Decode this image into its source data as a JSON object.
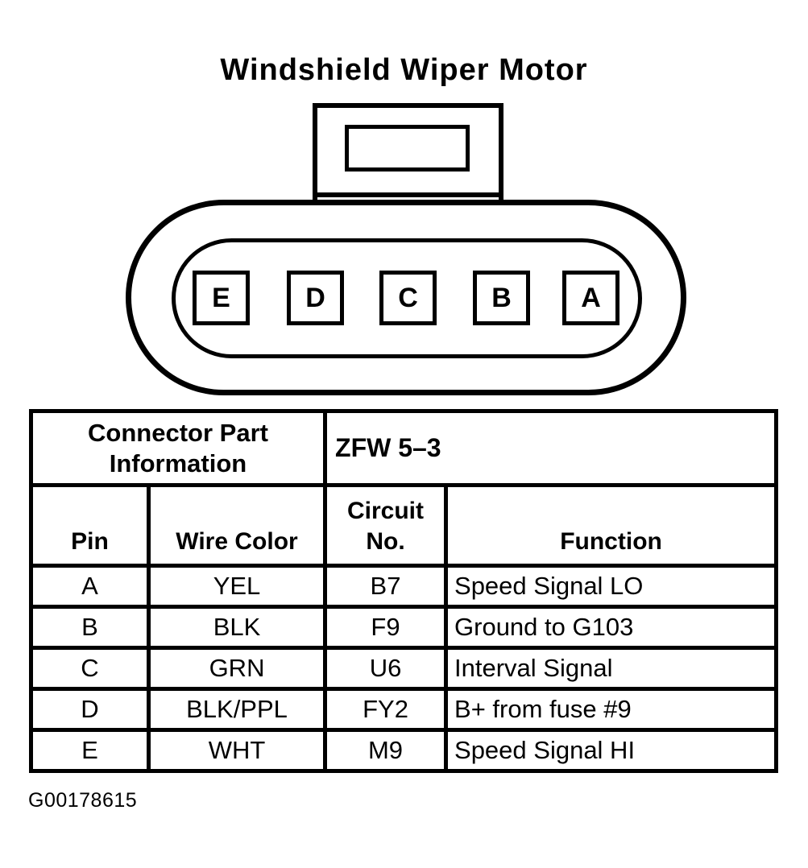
{
  "page": {
    "title": "Windshield Wiper Motor",
    "figure_id": "G00178615",
    "ink_color": "#000000",
    "background_color": "#ffffff"
  },
  "connector": {
    "description": "5-pin windshield wiper motor connector face",
    "pins": [
      "E",
      "D",
      "C",
      "B",
      "A"
    ]
  },
  "table": {
    "part_info_label": "Connector Part Information",
    "part_number": "ZFW 5–3",
    "columns": [
      "Pin",
      "Wire Color",
      "Circuit No.",
      "Function"
    ],
    "rows": [
      {
        "pin": "A",
        "wire_color": "YEL",
        "circuit_no": "B7",
        "function": "Speed Signal LO"
      },
      {
        "pin": "B",
        "wire_color": "BLK",
        "circuit_no": "F9",
        "function": "Ground to G103"
      },
      {
        "pin": "C",
        "wire_color": "GRN",
        "circuit_no": "U6",
        "function": "Interval Signal"
      },
      {
        "pin": "D",
        "wire_color": "BLK/PPL",
        "circuit_no": "FY2",
        "function": "B+ from fuse #9"
      },
      {
        "pin": "E",
        "wire_color": "WHT",
        "circuit_no": "M9",
        "function": "Speed Signal HI"
      }
    ]
  }
}
